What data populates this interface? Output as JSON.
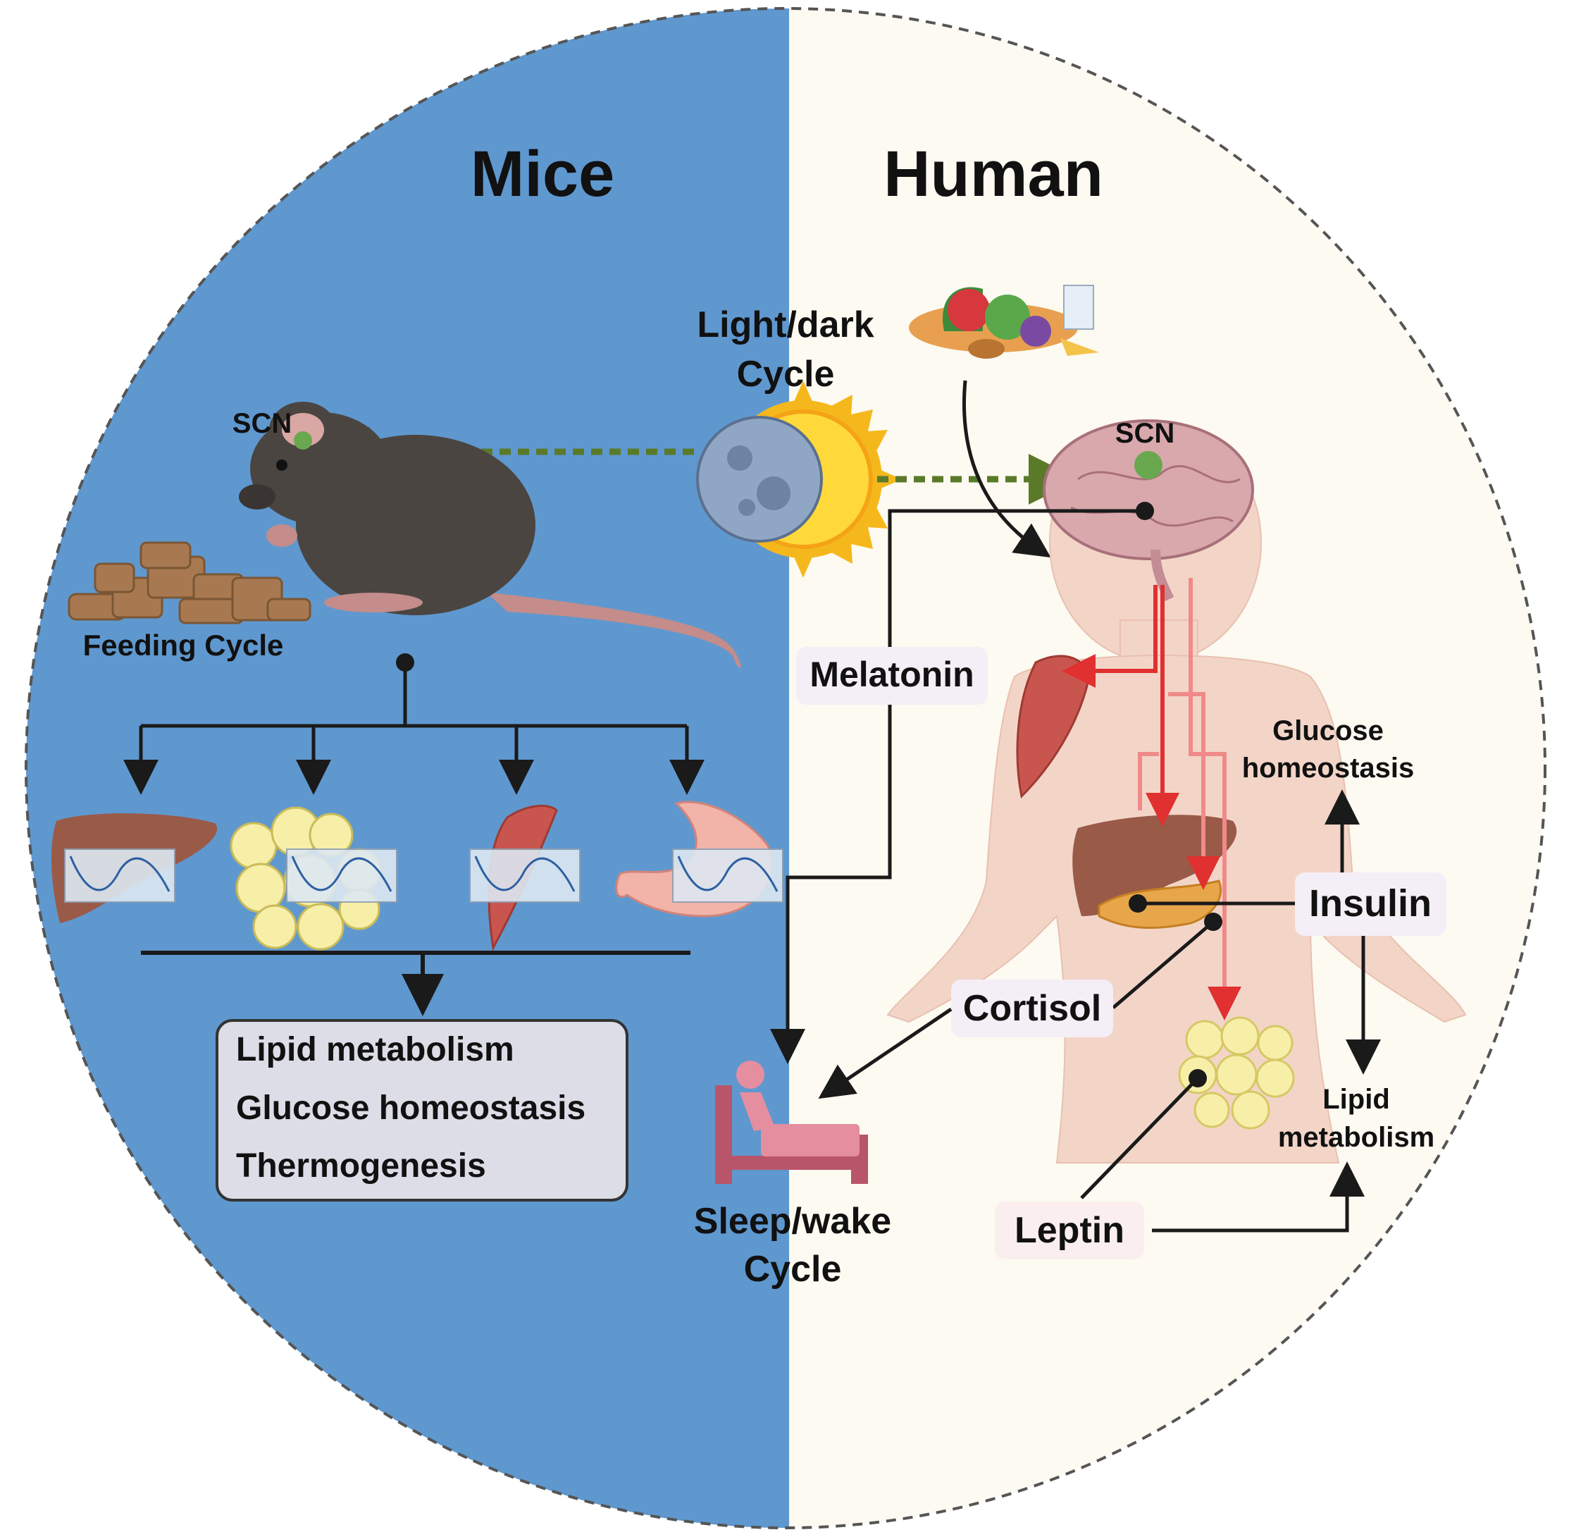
{
  "left_panel": {
    "title": "Mice",
    "background_color": "#5f98cf",
    "scn_label": "SCN",
    "feeding_label": "Feeding Cycle",
    "outcomes": [
      "Lipid metabolism",
      "Glucose homeostasis",
      "Thermogenesis"
    ]
  },
  "right_panel": {
    "title": "Human",
    "background_color": "#fcfaf1",
    "scn_label": "SCN",
    "hormones": {
      "melatonin": "Melatonin",
      "insulin": "Insulin",
      "cortisol": "Cortisol",
      "leptin": "Leptin"
    },
    "glucose_label_line1": "Glucose",
    "glucose_label_line2": "homeostasis",
    "lipid_label_line1": "Lipid",
    "lipid_label_line2": "metabolism"
  },
  "center": {
    "light_dark_line1": "Light/dark",
    "light_dark_line2": "Cycle",
    "sleep_wake_line1": "Sleep/wake",
    "sleep_wake_line2": "Cycle"
  },
  "colors": {
    "arrow_dark": "#1a1a1a",
    "arrow_green": "#5a7a2a",
    "arrow_red": "#e03030",
    "liver": "#9a5a48",
    "fat": "#f7eea8",
    "muscle": "#c8564f",
    "stomach": "#f2b3a8",
    "brain": "#d9a8ac",
    "bed": "#b9556b"
  }
}
